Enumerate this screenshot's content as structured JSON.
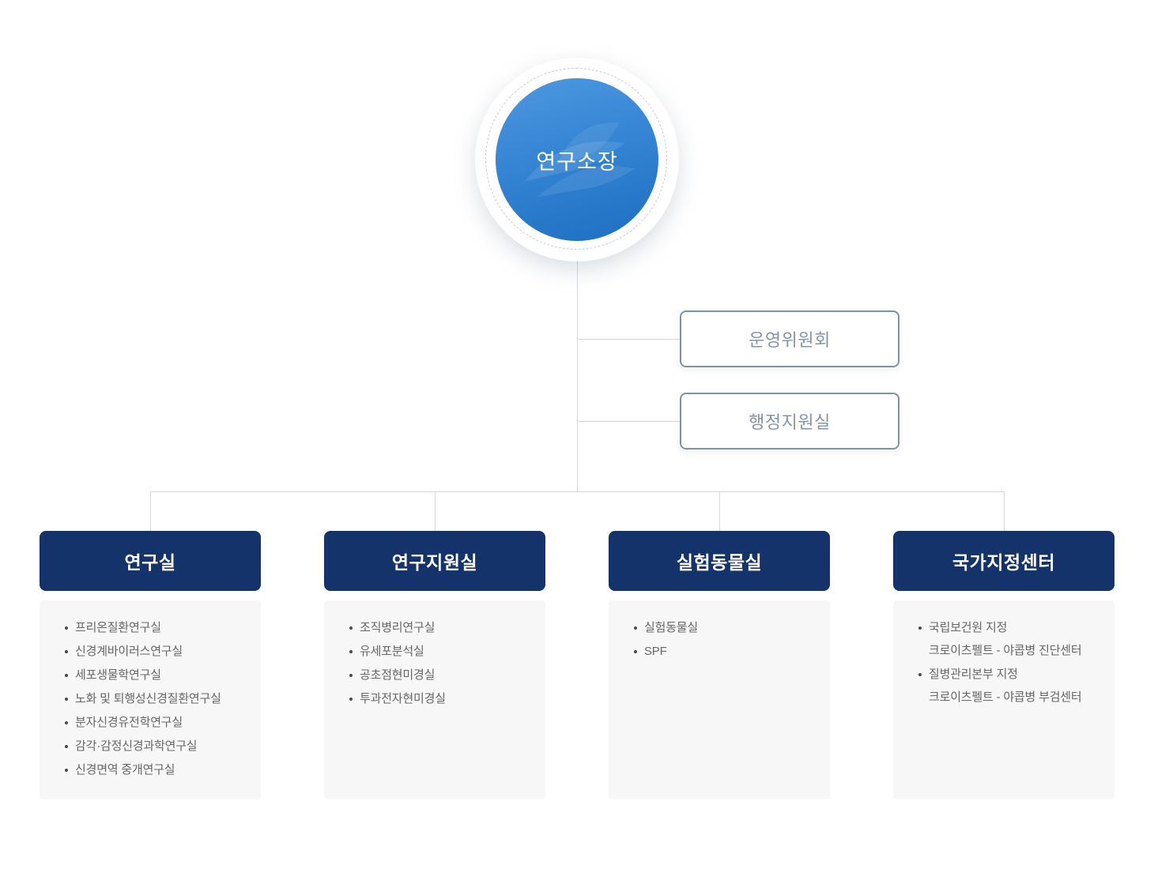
{
  "director": {
    "label": "연구소장"
  },
  "side_boxes": {
    "committee": {
      "label": "운영위원회"
    },
    "admin": {
      "label": "행정지원실"
    }
  },
  "columns": [
    {
      "title": "연구실",
      "items": [
        "프리온질환연구실",
        "신경계바이러스연구실",
        "세포생물학연구실",
        "노화 및 퇴행성신경질환연구실",
        "분자신경유전학연구실",
        "감각·감정신경과학연구실",
        "신경면역 중개연구실"
      ]
    },
    {
      "title": "연구지원실",
      "items": [
        "조직병리연구실",
        "유세포분석실",
        "공초점현미경실",
        "투과전자현미경실"
      ]
    },
    {
      "title": "실험동물실",
      "items": [
        "실험동물실",
        "SPF"
      ]
    },
    {
      "title": "국가지정센터",
      "items": [
        {
          "text": "국립보건원 지정",
          "sub": "크로이츠펠트 - 야콥병 진단센터"
        },
        {
          "text": "질병관리본부 지정",
          "sub": "크로이츠펠트 - 야콥병 부검센터"
        }
      ]
    }
  ],
  "colors": {
    "header_navy": "#14336b",
    "circle_blue_top": "#4d98e0",
    "circle_blue_bottom": "#1e6ec2",
    "slate_text": "#8495a8",
    "panel_gray": "#f7f7f7",
    "line_gray": "#d5d7d9",
    "list_text": "#666666"
  }
}
